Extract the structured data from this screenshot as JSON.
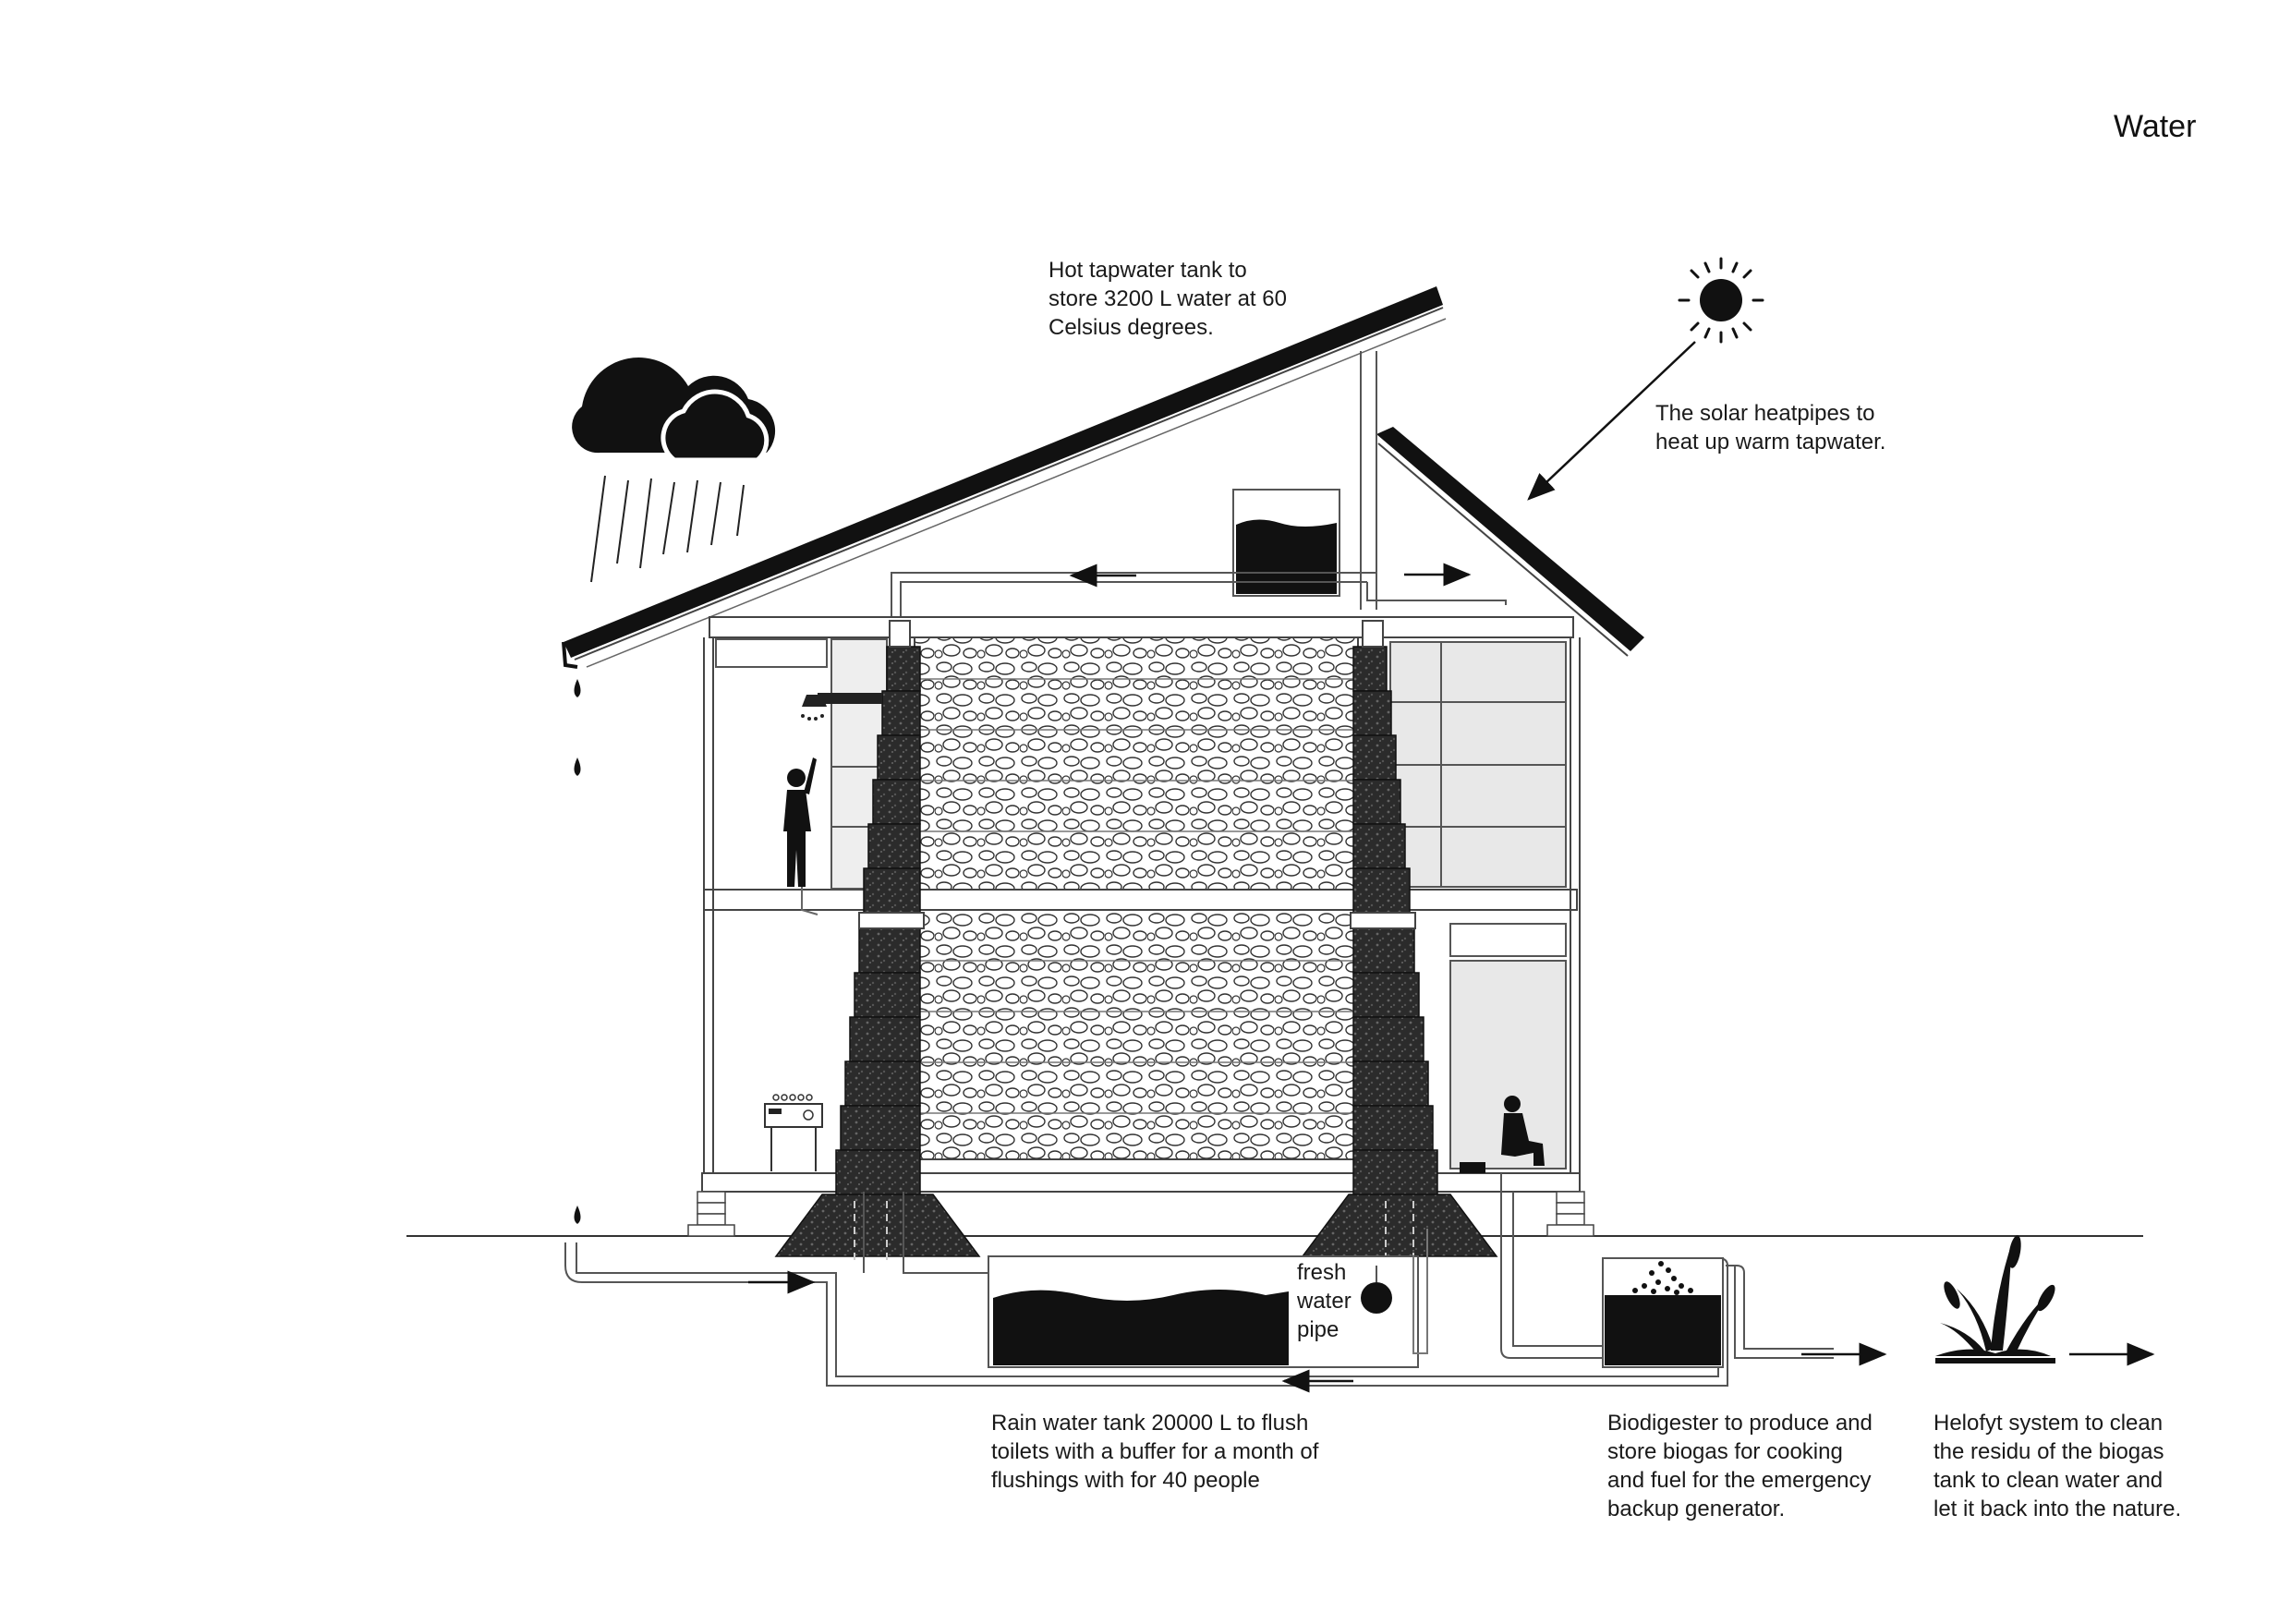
{
  "title": "Water",
  "labels": {
    "hot_tank": [
      "Hot tapwater tank to",
      "store 3200 L water at 60",
      "Celsius degrees."
    ],
    "solar": [
      "The solar heatpipes to",
      "heat up warm tapwater."
    ],
    "fresh_pipe": [
      "fresh",
      "water",
      "pipe"
    ],
    "rain_tank": [
      "Rain water tank 20000 L to flush",
      "toilets with a buffer for a month of",
      "flushings with for 40 people"
    ],
    "biodigester": [
      "Biodigester  to produce and",
      "store biogas for cooking",
      "and fuel for the emergency",
      "backup generator."
    ],
    "helofyt": [
      "Helofyt system to clean",
      "the residu of the biogas",
      "tank to clean water and",
      "let it back into the nature."
    ]
  },
  "colors": {
    "ink": "#111111",
    "stone": "#2a2a2a",
    "line": "#444444"
  }
}
